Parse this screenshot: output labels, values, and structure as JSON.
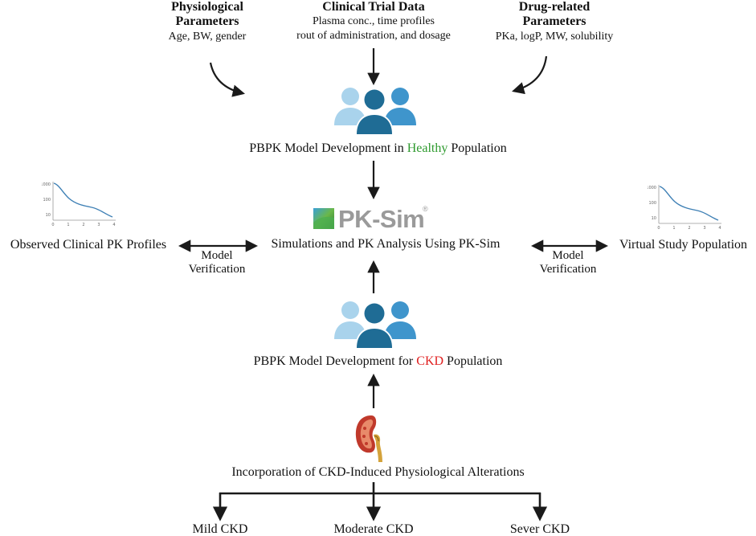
{
  "inputs": {
    "physio": {
      "title_line1": "Physiological",
      "title_line2": "Parameters",
      "detail": "Age, BW, gender"
    },
    "clinical": {
      "title": "Clinical Trial Data",
      "detail_line1": "Plasma conc., time profiles",
      "detail_line2": "rout of administration, and dosage"
    },
    "drug": {
      "title_line1": "Drug-related",
      "title_line2": "Parameters",
      "detail": "PKa, logP, MW, solubility"
    }
  },
  "healthy_step": {
    "prefix": "PBPK Model Development in ",
    "highlight": "Healthy",
    "suffix": " Population",
    "highlight_color": "#2e9a2e"
  },
  "pksim": {
    "logo_text": "PK-Sim",
    "registered": "®",
    "caption": "Simulations and PK Analysis Using PK-Sim"
  },
  "left_side": {
    "label": "Observed Clinical PK Profiles",
    "link_line1": "Model",
    "link_line2": "Verification",
    "mini_chart_ticks_y": [
      "1000",
      "100",
      "10"
    ],
    "mini_chart_ticks_x": [
      "0",
      "1",
      "2",
      "3",
      "4"
    ]
  },
  "right_side": {
    "label": "Virtual Study Population",
    "link_line1": "Model",
    "link_line2": "Verification",
    "mini_chart_ticks_y": [
      "1000",
      "100",
      "10"
    ],
    "mini_chart_ticks_x": [
      "0",
      "1",
      "2",
      "3",
      "4"
    ]
  },
  "ckd_step": {
    "prefix": "PBPK Model Development for ",
    "highlight": "CKD",
    "suffix": " Population",
    "highlight_color": "#e02020"
  },
  "alterations": {
    "label": "Incorporation of CKD-Induced Physiological Alterations"
  },
  "stages": [
    "Mild CKD",
    "Moderate CKD",
    "Sever CKD"
  ],
  "colors": {
    "person_light": "#a9d3ec",
    "person_mid": "#3f95cc",
    "person_dark": "#1f6c95",
    "arrow": "#1a1a1a"
  },
  "icons": [
    "people-group-icon",
    "pk-profile-chart-icon",
    "kidney-icon",
    "pksim-logo"
  ]
}
